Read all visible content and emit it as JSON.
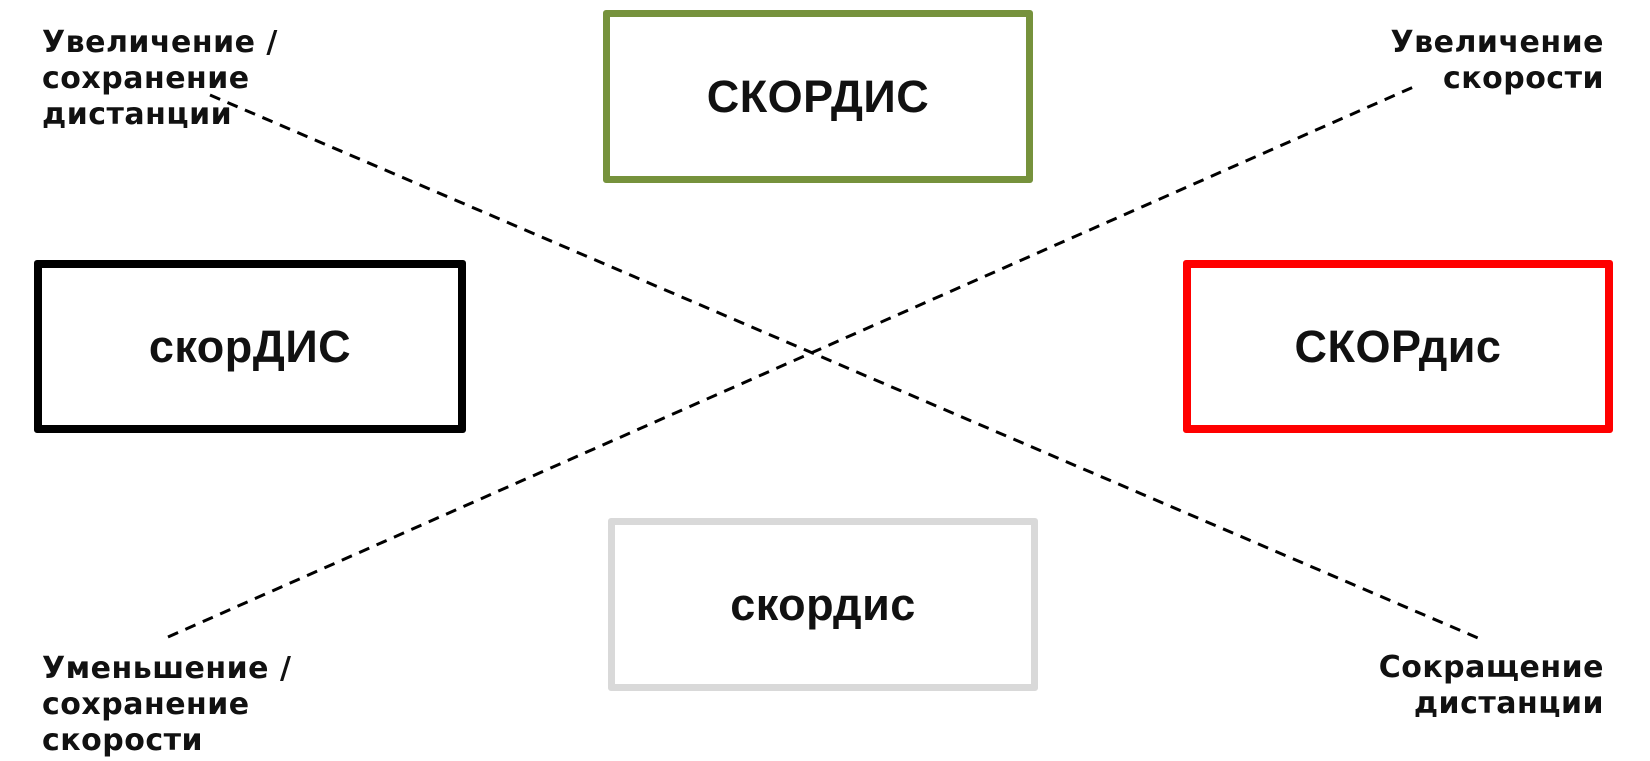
{
  "boxes": {
    "top": {
      "label": "СКОРДИС",
      "border_color": "#76923c"
    },
    "left": {
      "label": "скорДИС",
      "border_color": "#000000"
    },
    "right": {
      "label": "СКОРдис",
      "border_color": "#ff0000"
    },
    "bottom": {
      "label": "скордис",
      "border_color": "#d9d9d9"
    }
  },
  "corners": {
    "top_left": [
      "Увеличение /",
      "сохранение",
      "дистанции"
    ],
    "top_right": [
      "Увеличение",
      "скорости"
    ],
    "bottom_left": [
      "Уменьшение /",
      "сохранение",
      "скорости"
    ],
    "bottom_right": [
      "Сокращение",
      "дистанции"
    ]
  },
  "line_color": "#000000"
}
